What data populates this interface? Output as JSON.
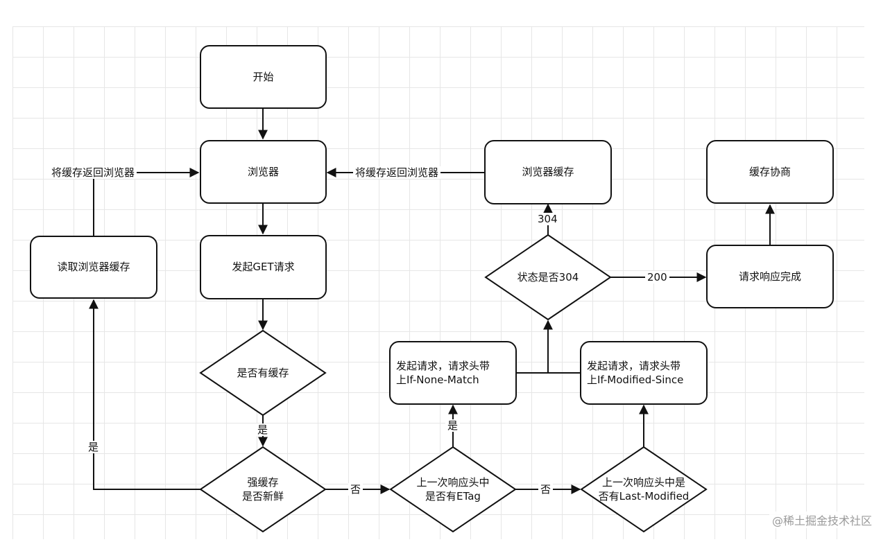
{
  "nodes": {
    "start": "开始",
    "browser": "浏览器",
    "get_request": "发起GET请求",
    "read_cache": "读取浏览器缓存",
    "browser_cache": "浏览器缓存",
    "negotiation": "缓存协商",
    "request_done": "请求响应完成",
    "send_etag": "发起请求，请求头带\n上If-None-Match",
    "send_modified": "发起请求，请求头带\n上If-Modified-Since"
  },
  "decisions": {
    "has_cache": "是否有缓存",
    "fresh": "强缓存\n是否新鲜",
    "etag": "上一次响应头中\n是否有ETag",
    "last_modified": "上一次响应头中是\n否有Last-Modified",
    "status_304": "状态是否304"
  },
  "edge_labels": {
    "return_left": "将缓存返回浏览器",
    "return_right": "将缓存返回浏览器",
    "yes_has_cache": "是",
    "yes_fresh": "是",
    "yes_etag": "是",
    "no_fresh": "否",
    "no_etag": "否",
    "code_304": "304",
    "code_200": "200"
  },
  "watermark": "@稀土掘金技术社区"
}
